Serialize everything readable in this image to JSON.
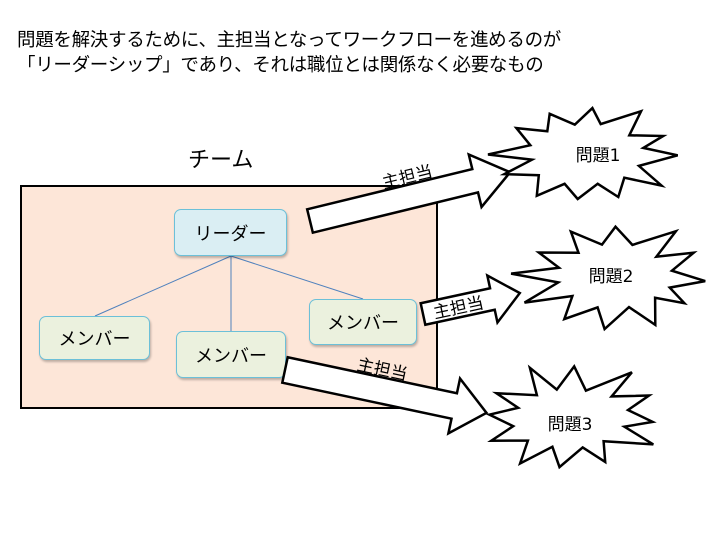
{
  "heading": {
    "line1": "問題を解決するために、主担当となってワークフローを進めるのが",
    "line2": "「リーダーシップ」であり、それは職位とは関係なく必要なもの"
  },
  "team": {
    "title": "チーム",
    "leader": "リーダー",
    "members": [
      "メンバー",
      "メンバー",
      "メンバー"
    ]
  },
  "arrows": [
    {
      "label": "主担当"
    },
    {
      "label": "主担当"
    },
    {
      "label": "主担当"
    }
  ],
  "problems": [
    "問題1",
    "問題2",
    "問題3"
  ],
  "colors": {
    "team_fill": "#fde6d8",
    "leader_fill": "#daeef3",
    "member_fill": "#ebf1de",
    "node_border": "#6cc0d8",
    "connector": "#4f81bd"
  }
}
